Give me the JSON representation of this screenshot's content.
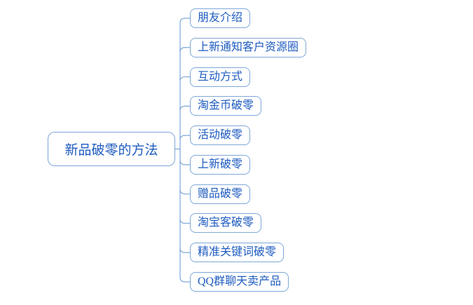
{
  "diagram": {
    "type": "mindmap",
    "root": {
      "label": "新品破零的方法"
    },
    "branches": [
      {
        "label": "朋友介绍"
      },
      {
        "label": "上新通知客户资源圈"
      },
      {
        "label": "互动方式"
      },
      {
        "label": "淘金币破零"
      },
      {
        "label": "活动破零"
      },
      {
        "label": "上新破零"
      },
      {
        "label": "赠品破零"
      },
      {
        "label": "淘宝客破零"
      },
      {
        "label": "精准关键词破零"
      },
      {
        "label": "QQ群聊天卖产品"
      }
    ],
    "colors": {
      "text": "#1e5bbf",
      "border": "#7da7d9",
      "connector": "#7da7d9",
      "background": "#ffffff"
    }
  }
}
